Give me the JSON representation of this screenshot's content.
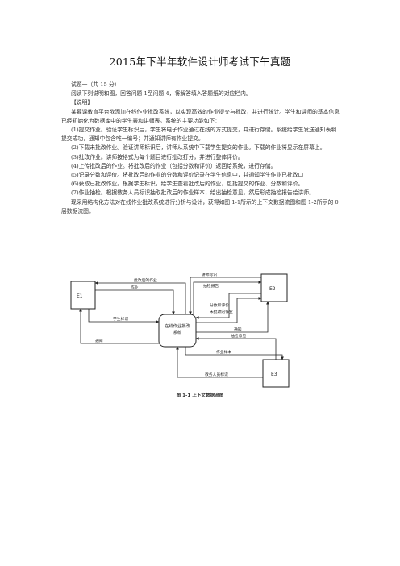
{
  "document": {
    "title": "2015年下半年软件设计师考试下午真题",
    "question_header": "试题一（共 15 分）",
    "instruction": "阅读下列说明和图，回答问题 1至问题 4，将解答填入答题纸的对应栏内。",
    "section_label": "【说明】",
    "intro": "某慕课教育平台欲添加在线作业批改系统，以实现高效的作业提交与批改，并进行统计。学生和讲师的基本信息已经初始化为数据库中的学生表和讲师表。系统的主要功能如下：",
    "items": [
      "(1)提交作业。验证学生标识后，学生将电子作业通过在线的方式提交，并进行存储。系统给学生发送通知表明提交成功，通知中包含唯一编号；并通知讲师有作业提交。",
      "(2)下载未批改作业。验证讲师标识后，讲师从系统中下载学生提交的作业。下载的作业将显示在屏幕上。",
      "(3)批改作业。讲师按格式为每个题目进行批改打分，并进行整体评价。",
      "(4)上传批改后的作业。将批改后的作业（包括分数和评价）返回给系统，进行存储。",
      "(5)记录分数和评价。将批改后的作业的分数和评价记录在学生信息中，并通知学生作业已批改口",
      "(6)获取已批改作业。根据学生标识，给学生查看批改后的作业，包括提交的作业、分数和评价。",
      "(7)作业抽检。根据教务人员标识抽取批改后的作业样本，给出抽检意见，然后形成抽检报告给讲师。"
    ],
    "closing": "现采用结构化方法对在线作业批改系统进行分析与设计，获得如图 1-1所示的上下文数据流图和图 1-2所示的 0层数据流图。"
  },
  "diagram": {
    "caption": "图 1-1  上下文数据流图",
    "entities": {
      "e1": "E1",
      "e2": "E2",
      "e3": "E3"
    },
    "process": {
      "line1": "在线作业批改",
      "line2": "系统"
    },
    "flows": {
      "graded_homework": "批改后的作业",
      "homework": "作业",
      "student_id": "学生标识",
      "notice_left": "通知",
      "teacher_id": "讲师标识",
      "check_report": "抽检报告",
      "scores_eval": "分数和评价",
      "ungraded_homework": "未批改的作业",
      "notice_right": "通知",
      "check_opinion": "抽检意见",
      "homework_sample": "作业样本",
      "staff_id": "教务人员标识"
    }
  }
}
